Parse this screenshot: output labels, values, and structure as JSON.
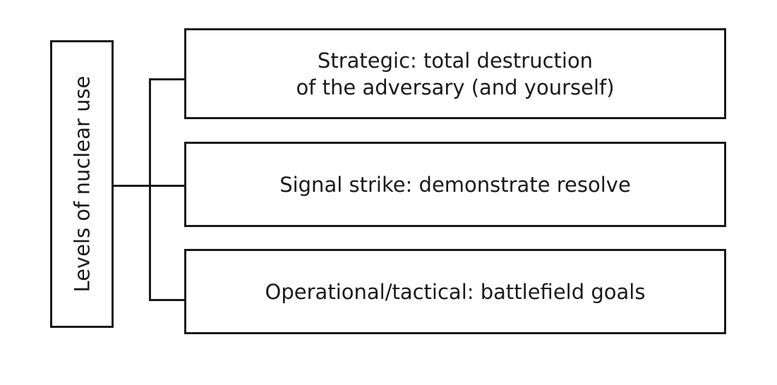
{
  "root": {
    "label": "Levels of nuclear use"
  },
  "levels": [
    {
      "line1": "Strategic: total destruction",
      "line2": "of the adversary (and yourself)"
    },
    {
      "line1": "Signal strike: demonstrate resolve"
    },
    {
      "line1": "Operational/tactical: battlefield goals"
    }
  ]
}
